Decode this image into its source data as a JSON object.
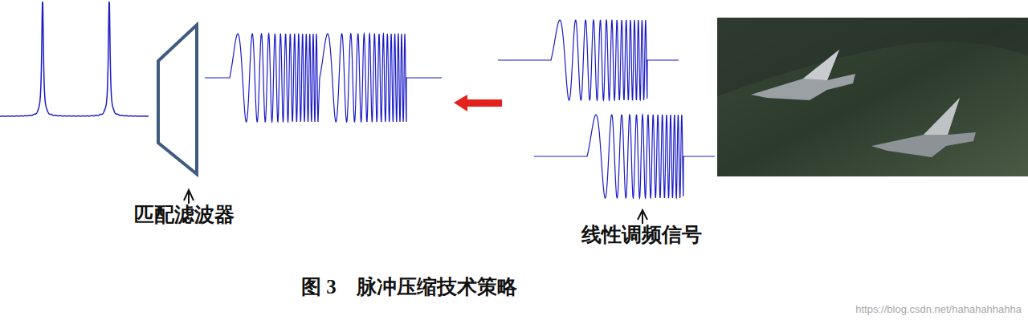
{
  "diagram": {
    "caption": "图 3　脉冲压缩技术策略",
    "labels": [
      "匹配滤波器",
      "线性调频信号",
      "https://blog.csdn.net/hahahahhahha"
    ]
  }
}
